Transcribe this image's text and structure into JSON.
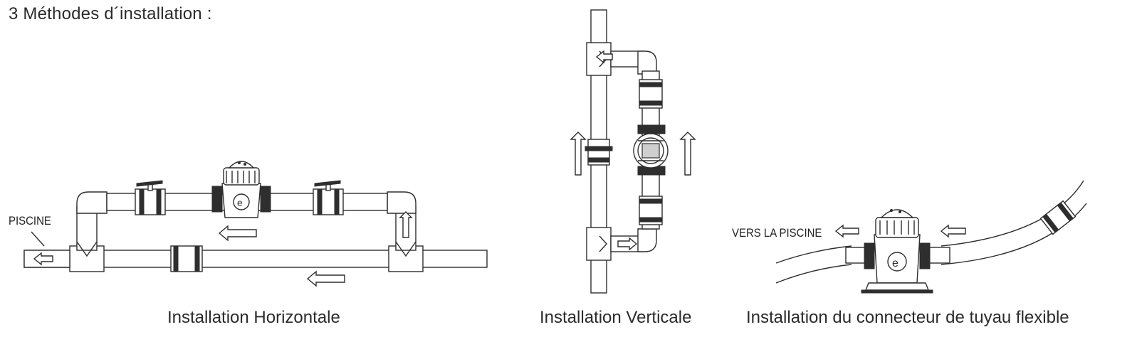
{
  "title": "3 Méthodes d´installation :",
  "captions": {
    "horizontal": "Installation Horizontale",
    "vertical": "Installation Verticale",
    "flexible": "Installation du connecteur de tuyau flexible"
  },
  "labels": {
    "piscine": "PISCINE",
    "vers_la_piscine": "VERS LA PISCINE"
  },
  "colors": {
    "line": "#2e2e2e",
    "background": "#ffffff"
  },
  "icons": [
    "arrow-left-icon",
    "arrow-up-icon",
    "arrow-right-icon",
    "ball-valve-icon",
    "union-fitting-icon",
    "chlorinator-logo-icon"
  ]
}
